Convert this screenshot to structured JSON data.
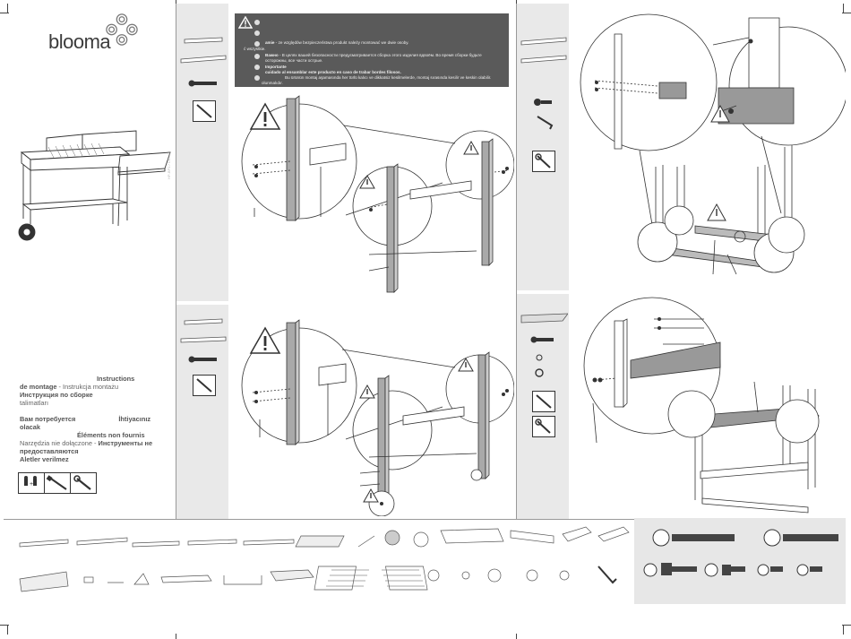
{
  "brand": {
    "name": "blooma"
  },
  "doc_code": "HP-BP1 / CR-005",
  "title": {
    "fr": "Instructions",
    "fr2": "de montage",
    "pl": " - Instrukcja montażu",
    "ru": "Инструкция по сборке",
    "tr": "talimatları"
  },
  "needs": {
    "ru": "Вам потребуется",
    "tr": "İhtiyacınız",
    "tr2": "olacak",
    "fr": "Éléments non fournis",
    "pl": "Narzędzia nie dołączone - ",
    "ru2": "Инструменты не",
    "ru3": "предоставляются",
    "tr3": "Aletler verilmez"
  },
  "warning": {
    "line1": "",
    "line2": "",
    "line3_bold": "amie",
    "line3": " - ze względów bezpieczeństwa produkt należy montować we dwie osoby.",
    "line4": "ć wszystkie.",
    "line5_bold": "Важно",
    "line5": " - В целях вашей безопасности предусматривается сборка этого изделия вдвоём. Во время сборки будьте осторожны, все части острые.",
    "line6_bold": "Importante",
    "line6": "cuidado al ensamblar este producto en caso de trabar bordes filosos.",
    "line7": "Bu ürünün montaj aşamasında her türlü kalıcı ve dikkatsiz kesilmelerde, montaj sırasında kesilir ve keskin olabilir.",
    "line8": "olunmalıdır."
  },
  "icons": {
    "warning": "warning-triangle-icon",
    "screwdriver": "screwdriver-icon",
    "spanner": "spanner-icon",
    "allen_key": "allen-key-icon",
    "gloves": "gloves-icon"
  },
  "colors": {
    "sidebar": "#e9e9e9",
    "warning_bg": "#5a5a5a",
    "line": "#333333",
    "step_fill": "#9a9a9a"
  }
}
